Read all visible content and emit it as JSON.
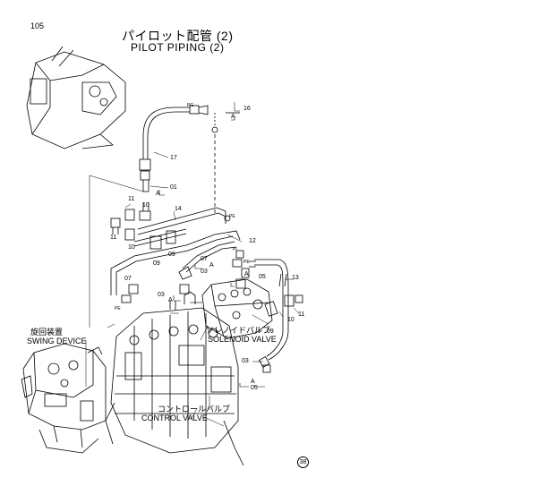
{
  "page_number": "105",
  "title_jp": "パイロット配管 (2)",
  "title_en": "PILOT PIPING (2)",
  "callouts": [
    {
      "id": "c16",
      "num": "16"
    },
    {
      "id": "c17",
      "num": "17"
    },
    {
      "id": "c01",
      "num": "01"
    },
    {
      "id": "c11a",
      "num": "11"
    },
    {
      "id": "c10a",
      "num": "10"
    },
    {
      "id": "c14",
      "num": "14"
    },
    {
      "id": "c11b",
      "num": "11"
    },
    {
      "id": "c10b",
      "num": "10"
    },
    {
      "id": "c09a",
      "num": "09"
    },
    {
      "id": "c09b",
      "num": "09"
    },
    {
      "id": "c12",
      "num": "12"
    },
    {
      "id": "c07a",
      "num": "07"
    },
    {
      "id": "c03a",
      "num": "03"
    },
    {
      "id": "c07b",
      "num": "07"
    },
    {
      "id": "c03b",
      "num": "03"
    },
    {
      "id": "c05a",
      "num": "05"
    },
    {
      "id": "c13",
      "num": "13"
    },
    {
      "id": "c11c",
      "num": "11"
    },
    {
      "id": "c10c",
      "num": "10"
    },
    {
      "id": "c09c",
      "num": "09"
    },
    {
      "id": "c03c",
      "num": "03"
    },
    {
      "id": "c05b",
      "num": "05"
    }
  ],
  "labels": {
    "swing_jp": "旋回装置",
    "swing_en": "SWING DEVICE",
    "solenoid_jp": "ソレノイドバルブ",
    "solenoid_en": "SOLENOID VALVE",
    "control_jp": "コントロールバルブ",
    "control_en": "CONTROL VALVE",
    "view_a": "A",
    "pg": "PG",
    "pe": "PE",
    "pi": "PI",
    "bottom_mark": "38"
  }
}
